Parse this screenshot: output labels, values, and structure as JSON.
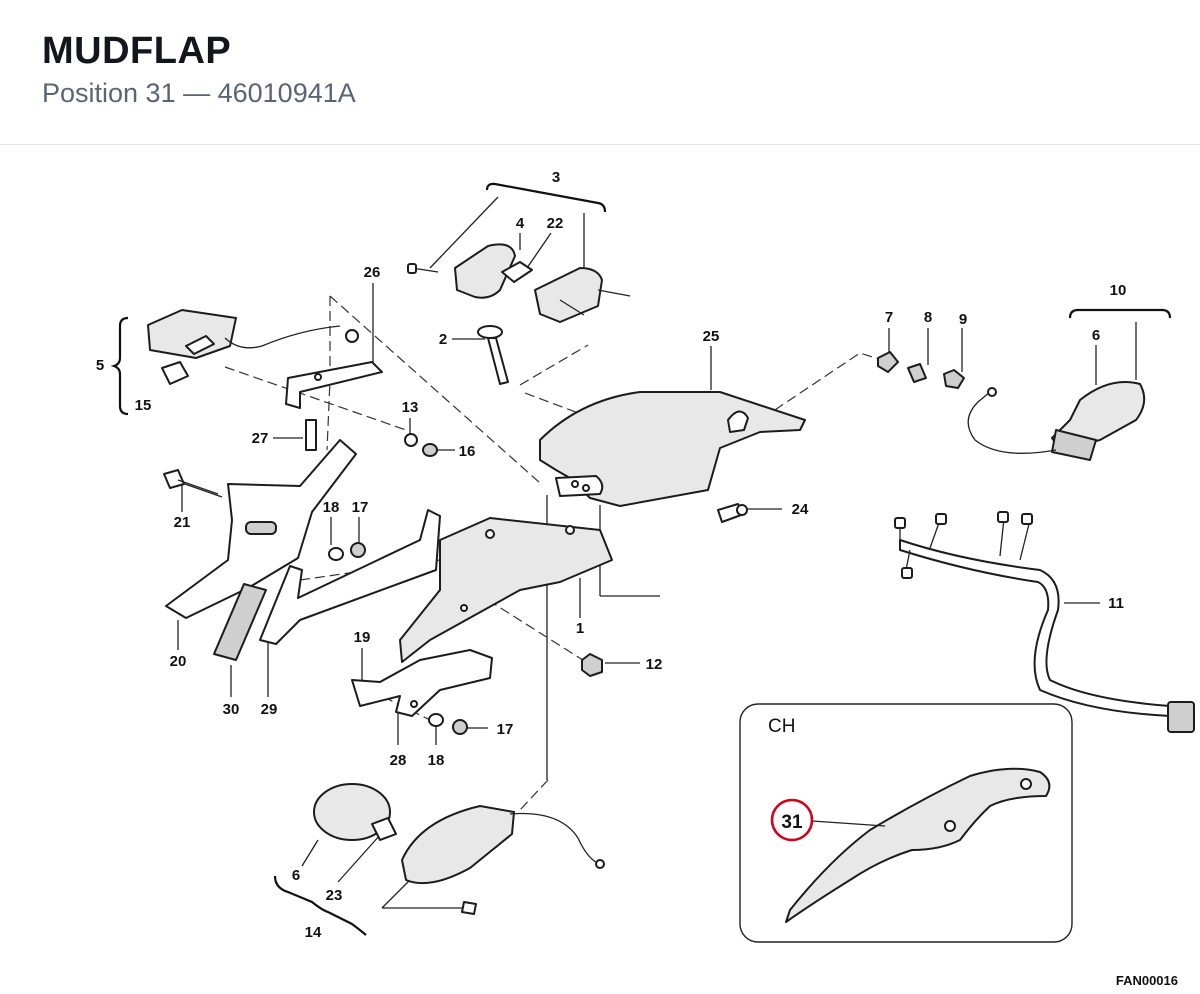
{
  "header": {
    "title": "MUDFLAP",
    "position_label": "Position 31",
    "separator": " — ",
    "part_number": "46010941A"
  },
  "diagram": {
    "labels": {
      "l1": "1",
      "l2": "2",
      "l3": "3",
      "l4": "4",
      "l5": "5",
      "l6a": "6",
      "l6b": "6",
      "l7": "7",
      "l8": "8",
      "l9": "9",
      "l10": "10",
      "l11": "11",
      "l12": "12",
      "l13": "13",
      "l14": "14",
      "l15": "15",
      "l16": "16",
      "l17a": "17",
      "l17b": "17",
      "l18a": "18",
      "l18b": "18",
      "l19": "19",
      "l20": "20",
      "l21": "21",
      "l22": "22",
      "l23": "23",
      "l24": "24",
      "l25": "25",
      "l26": "26",
      "l27": "27",
      "l28": "28",
      "l29": "29",
      "l30": "30"
    },
    "inset": {
      "region_label": "CH",
      "highlight_label": "31",
      "highlight_color": "#d0021b"
    },
    "figure_code": "FAN00016"
  }
}
